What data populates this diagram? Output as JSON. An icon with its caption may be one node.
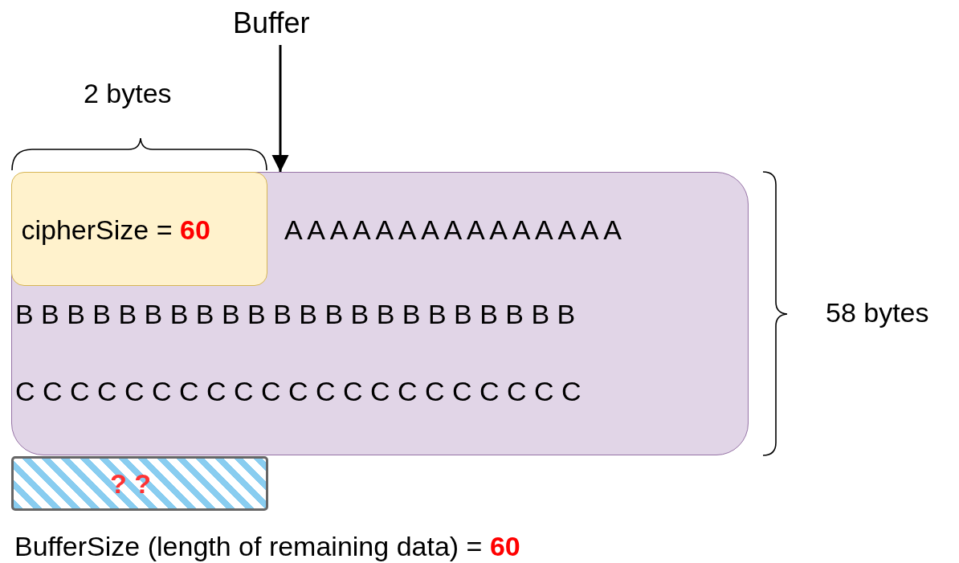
{
  "diagram": {
    "nodes": [
      {
        "text": [
          "Buffer"
        ]
      },
      {
        "text": [
          "A A A A A A A A A A A A A A A",
          "B B B B B B B B B B B B B B B B B B B B B B",
          "C C C C C C C C C C C C C C C C C C C C C"
        ]
      },
      {
        "text": [
          "cipherSize = **60**"
        ],
        "in": 1
      },
      {
        "text": [
          "? ?"
        ]
      }
    ],
    "edges": [
      {
        "from": 0,
        "to": 1,
        "arrow": "to"
      }
    ],
    "labels": [
      "2 bytes",
      "58 bytes",
      "BufferSize (length of remaining data) = **60**"
    ]
  }
}
